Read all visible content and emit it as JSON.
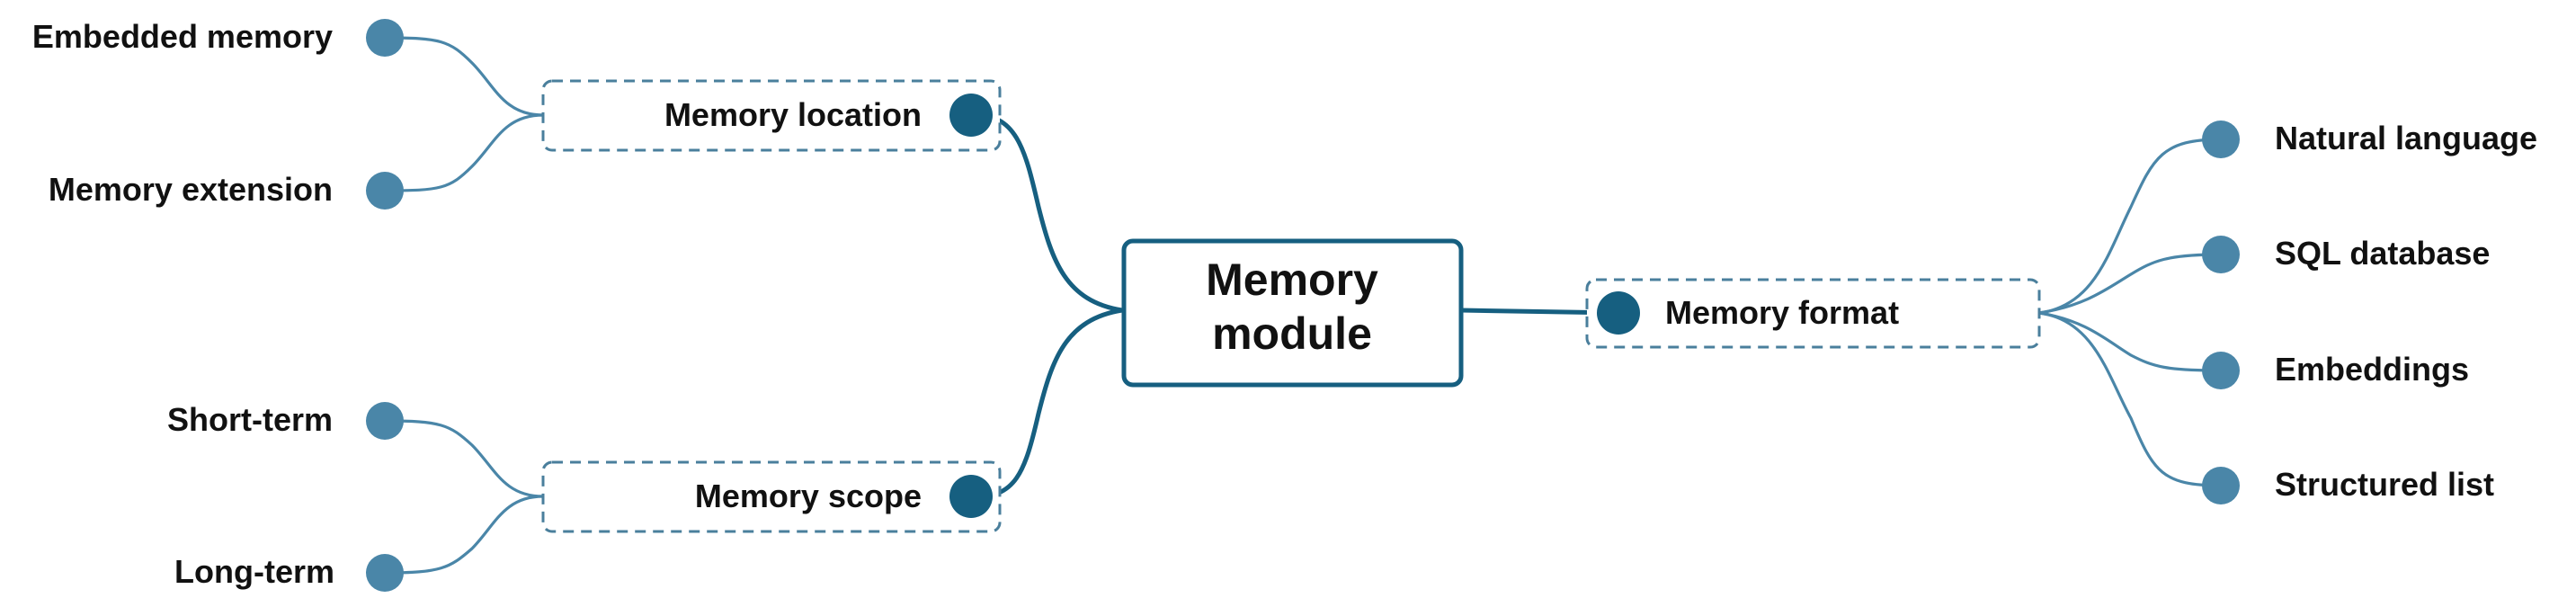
{
  "diagram": {
    "root": {
      "line1": "Memory",
      "line2": "module"
    },
    "branches": [
      {
        "label": "Memory location",
        "leaves": [
          "Embedded memory",
          "Memory extension"
        ]
      },
      {
        "label": "Memory scope",
        "leaves": [
          "Short-term",
          "Long-term"
        ]
      },
      {
        "label": "Memory format",
        "leaves": [
          "Natural language",
          "SQL database",
          "Embeddings",
          "Structured list"
        ]
      }
    ],
    "colors": {
      "branch_accent": "#165f80",
      "leaf_accent": "#4a86a8",
      "box_border": "#4a7f9c"
    }
  }
}
